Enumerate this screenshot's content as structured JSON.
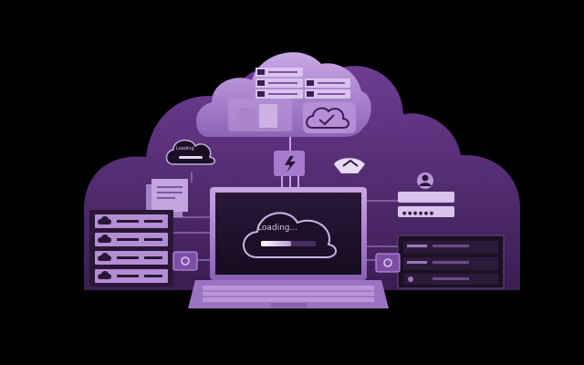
{
  "scene": {
    "loading_text": "Loading...",
    "mini_loading_text": "Loading",
    "loading_progress": 0.55,
    "password_mask": "● ● ● ● ● ●"
  },
  "colors": {
    "background": "#000000",
    "cloud": "#5a3177",
    "cloud_light": "#9d77c4",
    "screen": "#1a0f24",
    "accent": "#c9a0ec",
    "server": "#6b3f8e",
    "server_light": "#a07cc2"
  },
  "icons": [
    "cloud-icon",
    "cloud-check-icon",
    "user-icon",
    "plug-icon",
    "server-icon",
    "router-icon",
    "laptop-icon"
  ]
}
